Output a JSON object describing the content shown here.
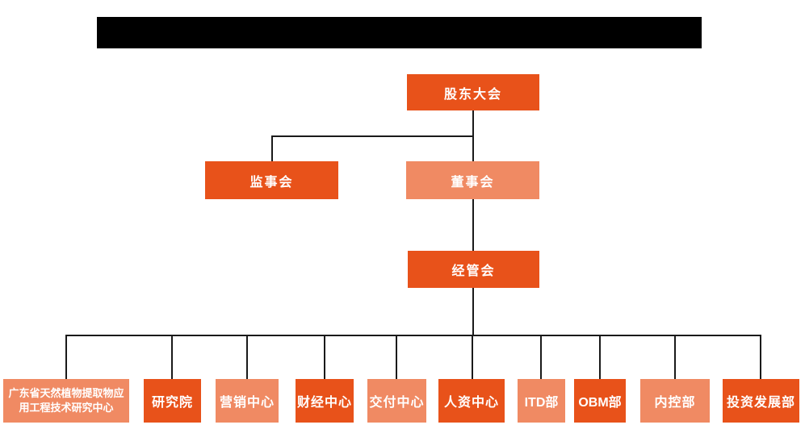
{
  "header": {
    "title_redacted": true
  },
  "colors": {
    "node_primary": "#E8521A",
    "node_secondary": "#F08A63",
    "node_text": "#FFFFFF",
    "connector": "#1A1A1A",
    "redacted_bar": "#000000",
    "background": "#FFFFFF"
  },
  "org_chart": {
    "nodes": [
      {
        "id": "shareholders",
        "label": "股东大会",
        "level": 1,
        "style": "primary"
      },
      {
        "id": "supervisors",
        "label": "监事会",
        "level": 2,
        "style": "primary"
      },
      {
        "id": "directors",
        "label": "董事会",
        "level": 2,
        "style": "secondary"
      },
      {
        "id": "management",
        "label": "经管会",
        "level": 3,
        "style": "primary"
      }
    ],
    "departments": [
      {
        "label": "广东省天然植物提取物应用工程技术研究中心",
        "style": "secondary"
      },
      {
        "label": "研究院",
        "style": "primary"
      },
      {
        "label": "营销中心",
        "style": "secondary"
      },
      {
        "label": "财经中心",
        "style": "primary"
      },
      {
        "label": "交付中心",
        "style": "secondary"
      },
      {
        "label": "人资中心",
        "style": "primary"
      },
      {
        "label": "ITD部",
        "style": "secondary"
      },
      {
        "label": "OBM部",
        "style": "primary"
      },
      {
        "label": "内控部",
        "style": "secondary"
      },
      {
        "label": "投资发展部",
        "style": "primary"
      }
    ],
    "hierarchy": [
      {
        "parent": "股东大会",
        "children": [
          "监事会",
          "董事会"
        ]
      },
      {
        "parent": "董事会",
        "children": [
          "经管会"
        ]
      },
      {
        "parent": "经管会",
        "children": [
          "广东省天然植物提取物应用工程技术研究中心",
          "研究院",
          "营销中心",
          "财经中心",
          "交付中心",
          "人资中心",
          "ITD部",
          "OBM部",
          "内控部",
          "投资发展部"
        ]
      }
    ]
  }
}
